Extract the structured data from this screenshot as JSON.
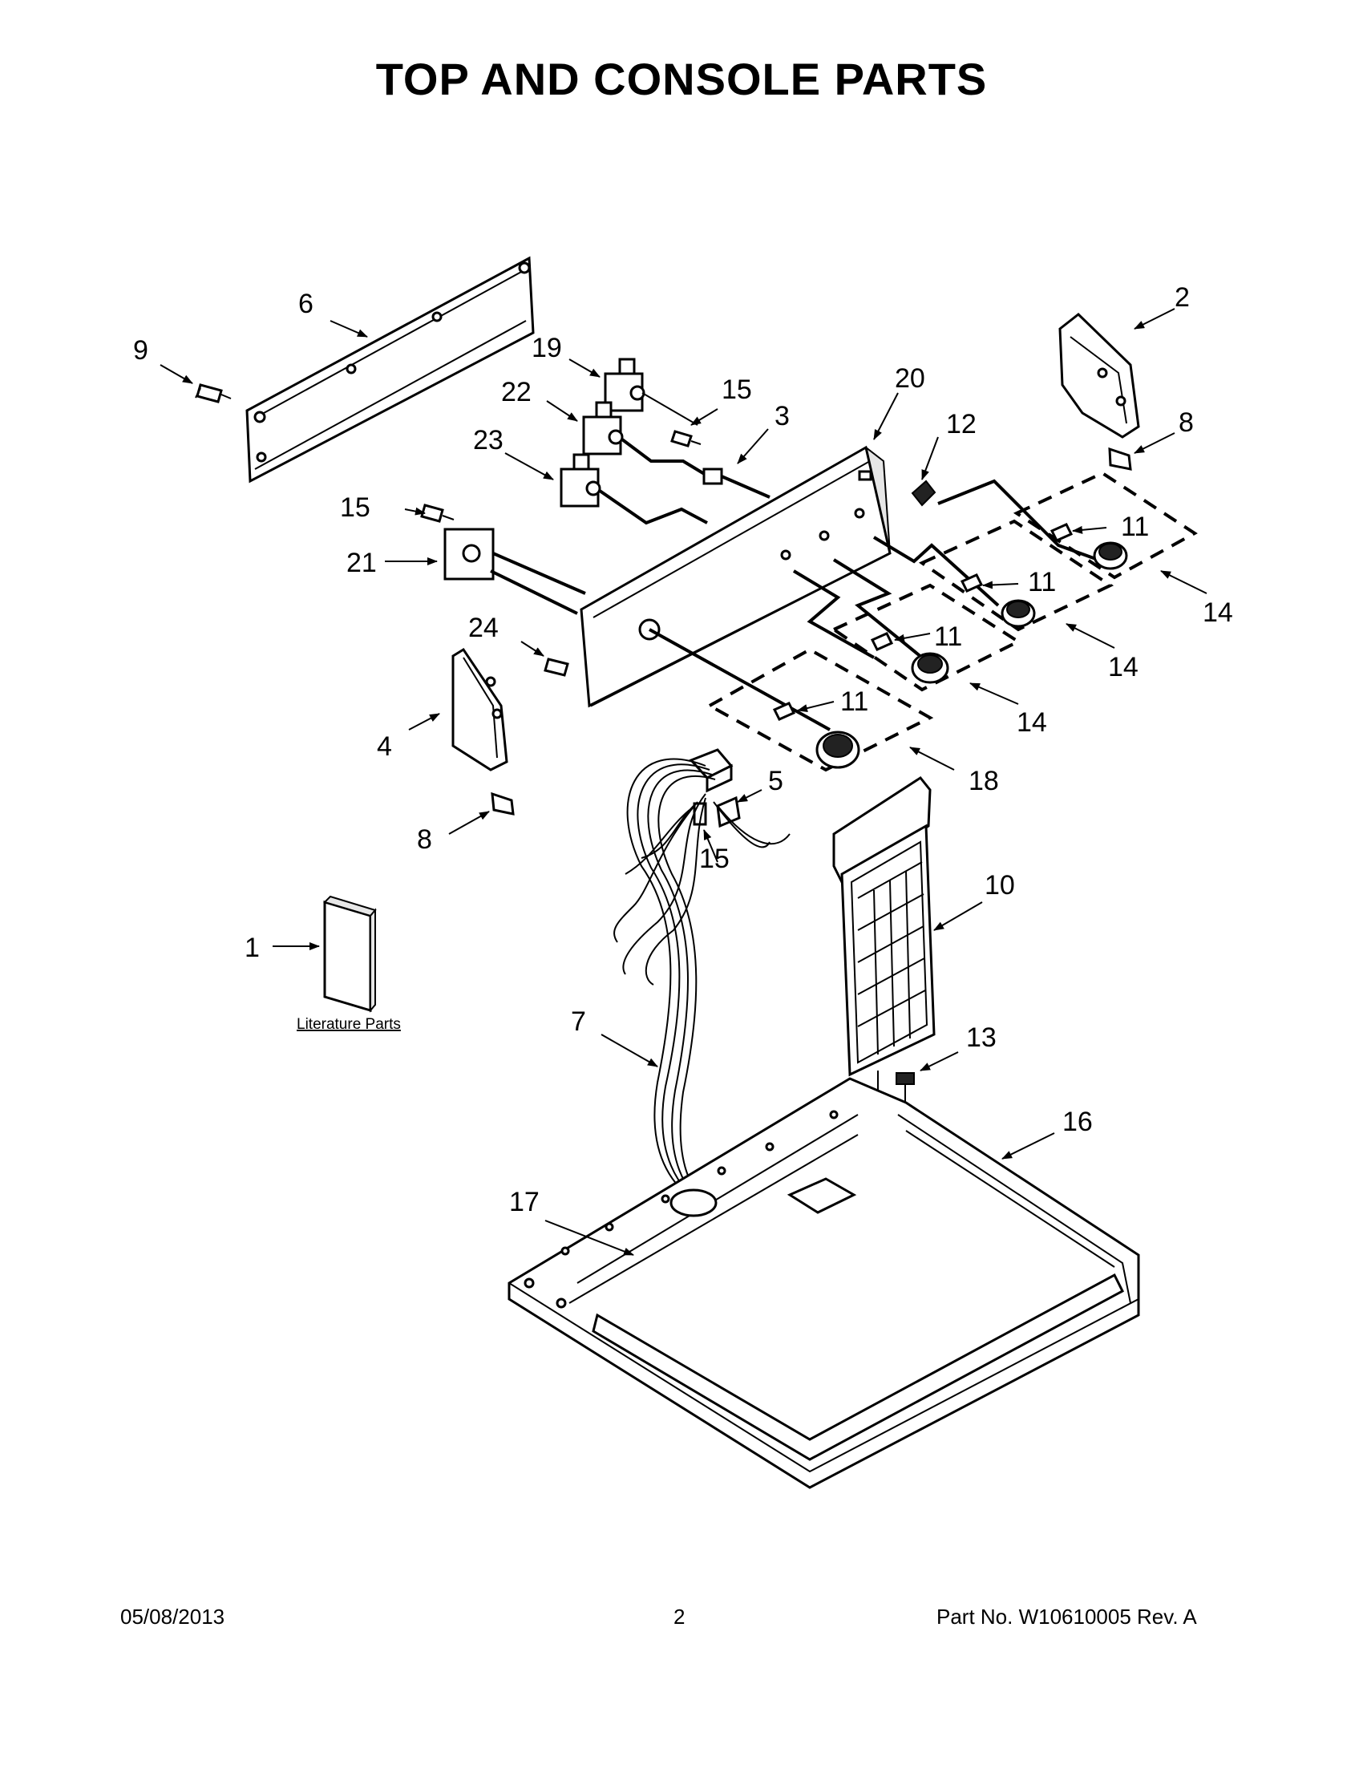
{
  "title": "TOP AND CONSOLE PARTS",
  "literature_label": "Literature Parts",
  "callouts": [
    "1",
    "2",
    "3",
    "4",
    "5",
    "6",
    "7",
    "8",
    "8",
    "9",
    "10",
    "11",
    "11",
    "11",
    "11",
    "12",
    "13",
    "14",
    "14",
    "14",
    "15",
    "15",
    "15",
    "16",
    "17",
    "18",
    "19",
    "20",
    "21",
    "22",
    "23",
    "24"
  ],
  "footer": {
    "date": "05/08/2013",
    "page": "2",
    "part_no": "Part No.  W10610005  Rev.  A"
  }
}
